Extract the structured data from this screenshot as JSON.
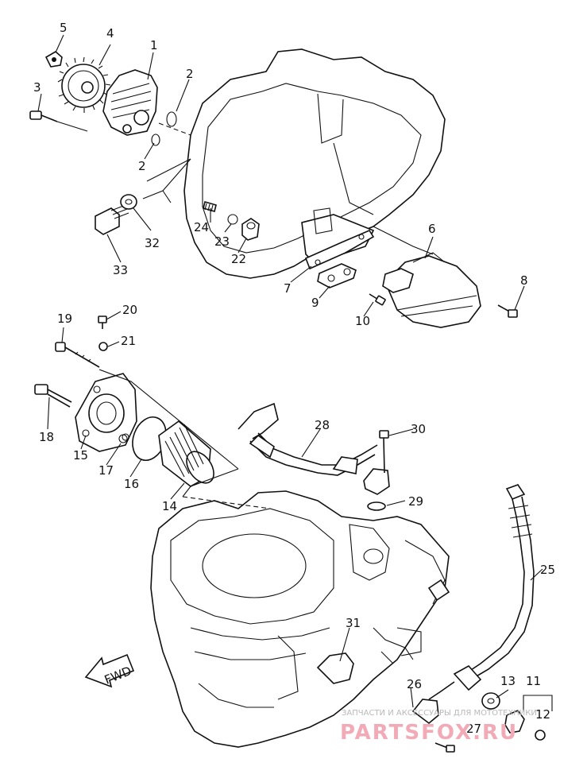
{
  "labels": {
    "p1": "1",
    "p2a": "2",
    "p2b": "2",
    "p3": "3",
    "p4": "4",
    "p5": "5",
    "p6": "6",
    "p7": "7",
    "p8": "8",
    "p9": "9",
    "p10": "10",
    "p11": "11",
    "p12": "12",
    "p13": "13",
    "p14": "14",
    "p15": "15",
    "p16": "16",
    "p17": "17",
    "p18": "18",
    "p19": "19",
    "p20": "20",
    "p21": "21",
    "p22": "22",
    "p23": "23",
    "p24": "24",
    "p25": "25",
    "p26": "26",
    "p27": "27",
    "p28": "28",
    "p29": "29",
    "p30": "30",
    "p31": "31",
    "p32": "32",
    "p33": "33"
  },
  "direction_arrow": "FWD",
  "watermark": {
    "caption": "ЗАПЧАСТИ И АКСЕССУАРЫ ДЛЯ МОТОТЕХНИКИ",
    "logo": "PARTSFOX.RU"
  },
  "colors": {
    "ink": "#111111",
    "watermark_logo": "#f2aab6",
    "watermark_text": "#b9b9b9"
  }
}
